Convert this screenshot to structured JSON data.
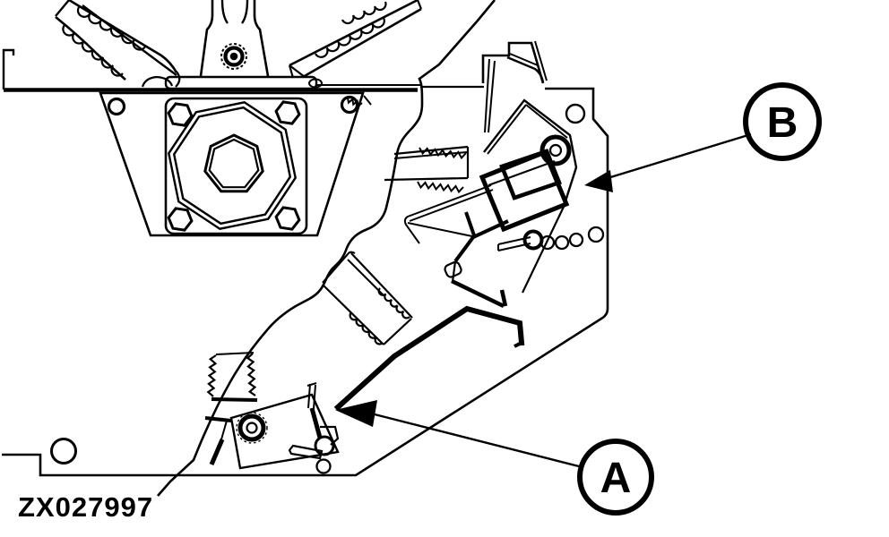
{
  "figure": {
    "id_label": "ZX027997",
    "type_note": "technical line illustration"
  },
  "colors": {
    "line": "#000000",
    "background": "#ffffff"
  },
  "callouts": {
    "a": {
      "label": "A"
    },
    "b": {
      "label": "B"
    }
  }
}
